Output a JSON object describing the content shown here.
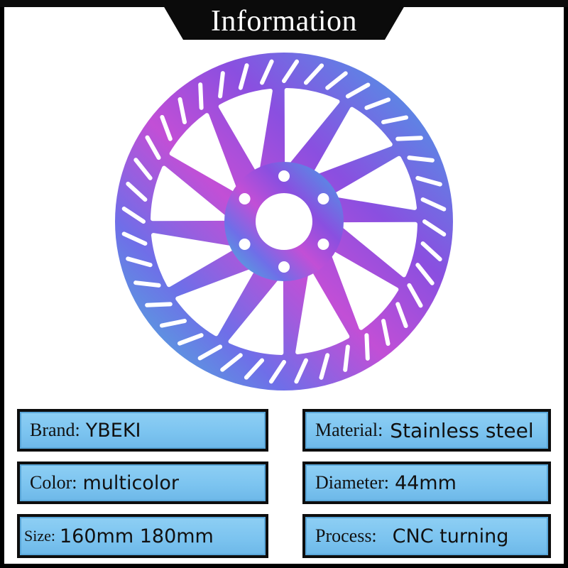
{
  "banner": {
    "title": "Information"
  },
  "product_image": {
    "icon": "brake-rotor-icon",
    "colors": [
      "#3fa9e8",
      "#8a4fe0",
      "#c24fd6",
      "#6f6ee8",
      "#48c0d8"
    ]
  },
  "specs": {
    "brand": {
      "label": "Brand:",
      "value": "YBEKI"
    },
    "color": {
      "label": "Color:",
      "value": "multicolor"
    },
    "size": {
      "label": "Size:",
      "value": "160mm 180mm"
    },
    "material": {
      "label": "Material:",
      "value": "Stainless steel"
    },
    "diameter": {
      "label": "Diameter:",
      "value": "44mm"
    },
    "process": {
      "label": "Process:",
      "value": "CNC turning"
    }
  }
}
